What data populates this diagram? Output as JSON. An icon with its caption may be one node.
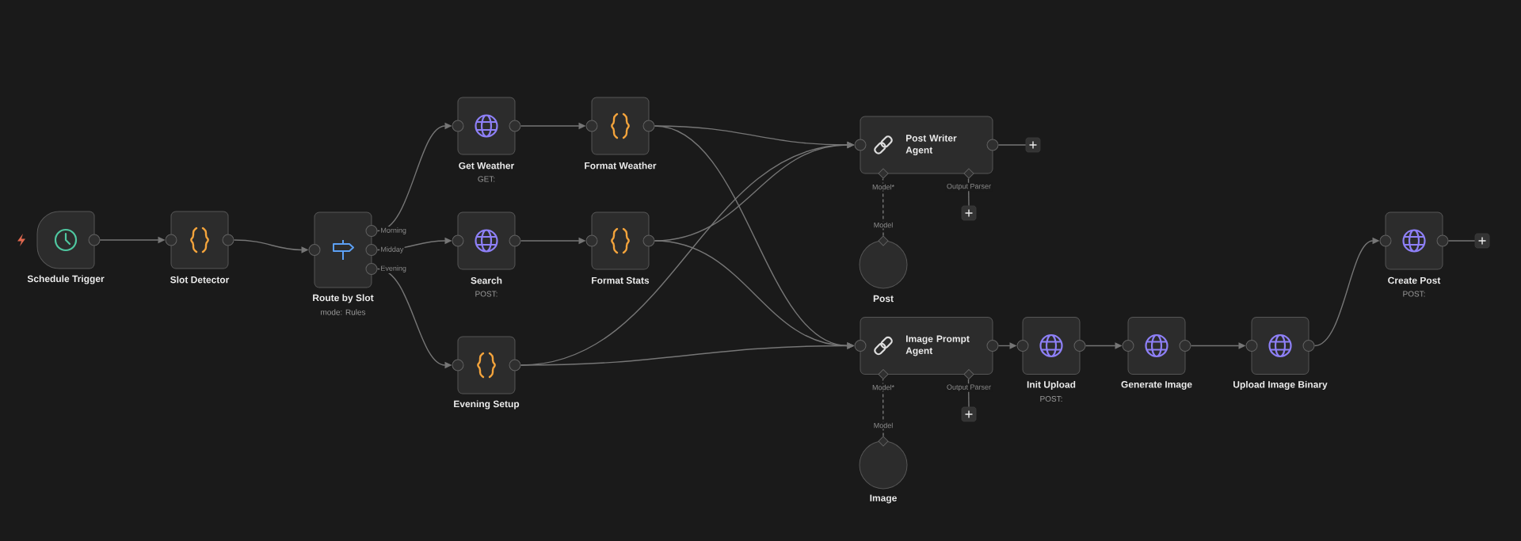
{
  "diagram": {
    "nodes": [
      {
        "text": [
          "Schedule Trigger"
        ]
      },
      {
        "text": [
          "Slot Detector"
        ]
      },
      {
        "text": [
          "Route by Slot"
        ],
        "beside": [
          "mode: Rules"
        ]
      },
      {
        "text": [
          "Get Weather"
        ],
        "beside": [
          "GET:"
        ]
      },
      {
        "text": [
          "Format Weather"
        ]
      },
      {
        "text": [
          "Search"
        ],
        "beside": [
          "POST:"
        ]
      },
      {
        "text": [
          "Format Stats"
        ]
      },
      {
        "text": [
          "Evening Setup"
        ]
      },
      {
        "text": [
          "Post Writer Agent"
        ]
      },
      {
        "text": [],
        "shape": "box"
      },
      {
        "text": [],
        "shape": "box"
      },
      {
        "text": [
          "Post"
        ]
      },
      {
        "text": [
          "Image Prompt Agent"
        ]
      },
      {
        "text": [
          "Init Upload"
        ],
        "beside": [
          "POST:"
        ]
      },
      {
        "text": [
          "Generate Image"
        ]
      },
      {
        "text": [
          "Upload Image Binary"
        ]
      },
      {
        "text": [],
        "shape": "box"
      },
      {
        "text": [
          "Image"
        ]
      },
      {
        "text": [
          "Create Post"
        ],
        "beside": [
          "POST:"
        ]
      },
      {
        "text": [],
        "shape": "box"
      }
    ],
    "edges": [
      {
        "from": 0,
        "to": 1,
        "arrow": "to"
      },
      {
        "from": 1,
        "to": 2,
        "arrow": "to"
      },
      {
        "from": 2,
        "to": 3,
        "arrow": "to",
        "label": "Morning"
      },
      {
        "from": 2,
        "to": 5,
        "arrow": "to",
        "label": "Midday"
      },
      {
        "from": 2,
        "to": 7,
        "arrow": "to",
        "label": "Evening"
      },
      {
        "from": 3,
        "to": 4,
        "arrow": "to"
      },
      {
        "from": 5,
        "to": 6,
        "arrow": "to"
      },
      {
        "from": 4,
        "to": 8,
        "arrow": "to"
      },
      {
        "from": 4,
        "to": 12,
        "arrow": "to"
      },
      {
        "from": 6,
        "to": 8,
        "arrow": "to"
      },
      {
        "from": 6,
        "to": 12,
        "arrow": "to"
      },
      {
        "from": 7,
        "to": 8,
        "arrow": "to"
      },
      {
        "from": 7,
        "to": 12,
        "arrow": "to"
      },
      {
        "from": 8,
        "to": 9,
        "arrow": "none"
      },
      {
        "from": 8,
        "to": 10,
        "arrow": "none",
        "label": "Output Parser"
      },
      {
        "from": 11,
        "to": 8,
        "arrow": "none",
        "label": "Model",
        "style": "dashed"
      },
      {
        "from": 12,
        "to": 13,
        "arrow": "to"
      },
      {
        "from": 12,
        "to": 16,
        "arrow": "none",
        "label": "Output Parser"
      },
      {
        "from": 17,
        "to": 12,
        "arrow": "none",
        "label": "Model",
        "style": "dashed"
      },
      {
        "from": 13,
        "to": 14,
        "arrow": "to"
      },
      {
        "from": 14,
        "to": 15,
        "arrow": "to"
      },
      {
        "from": 15,
        "to": 18,
        "arrow": "to"
      },
      {
        "from": 18,
        "to": 19,
        "arrow": "none"
      }
    ],
    "labels": [
      "Model*",
      "Model*"
    ]
  }
}
